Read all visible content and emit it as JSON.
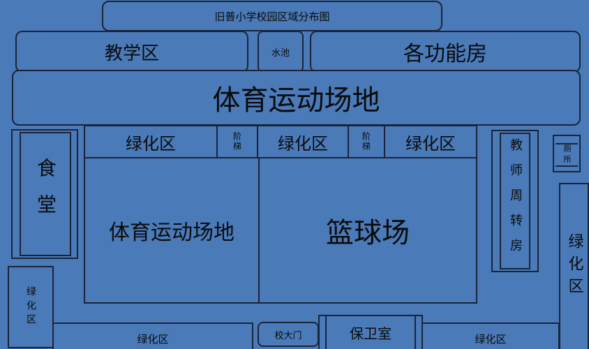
{
  "colors": {
    "fill": "#4a7ab8",
    "line": "#1a2438",
    "text": "#0b0b0b"
  },
  "title": "旧普小学校园区域分布图",
  "labels": {
    "teaching": "教学区",
    "pool": "水池",
    "function_rooms": "各功能房",
    "sports_top": "体育运动场地",
    "canteen": "食堂",
    "green_top_left": "绿化区",
    "stairs_left": "阶梯",
    "green_top_mid": "绿化区",
    "stairs_right": "阶梯",
    "green_top_right": "绿化区",
    "sports_main": "体育运动场地",
    "basketball": "篮球场",
    "teacher_housing": "教师周转房",
    "toilet": "厕所",
    "green_right": "绿化区",
    "green_left": "绿化区",
    "green_bottom_left": "绿化区",
    "gate": "校大门",
    "guard": "保卫室",
    "green_bottom_right": "绿化区"
  }
}
